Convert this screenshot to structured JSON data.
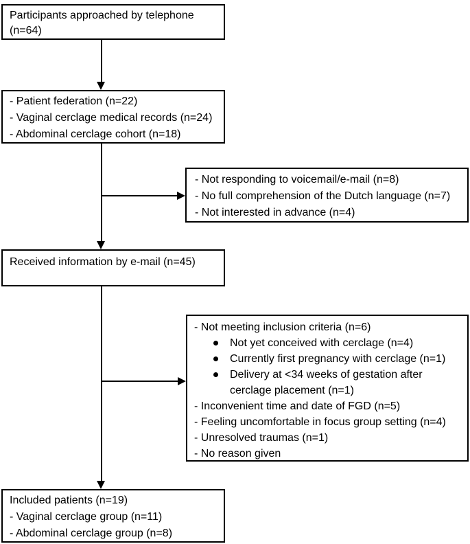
{
  "boxes": {
    "approached": {
      "lines": [
        "Participants approached by telephone",
        "(n=64)"
      ]
    },
    "recruitment_sources": {
      "lines": [
        "- Patient federation (n=22)",
        "- Vaginal cerclage medical records (n=24)",
        "- Abdominal cerclage cohort (n=18)"
      ]
    },
    "excluded_before_email": {
      "lines": [
        "- Not responding to voicemail/e-mail (n=8)",
        "- No full comprehension of the Dutch language (n=7)",
        "- Not interested in advance (n=4)"
      ]
    },
    "received_email": {
      "lines": [
        "Received information by e-mail (n=45)"
      ]
    },
    "excluded_after_email": {
      "line_not_meeting": "- Not meeting inclusion criteria (n=6)",
      "bullet_not_conceived": "Not yet conceived with cerclage (n=4)",
      "bullet_first_pregnancy": "Currently first pregnancy with cerclage (n=1)",
      "bullet_delivery_line1": "Delivery at <34 weeks of gestation after",
      "bullet_delivery_line2": "cerclage placement (n=1)",
      "line_inconvenient": "- Inconvenient time and date of FGD (n=5)",
      "line_uncomfortable": "- Feeling uncomfortable in focus group setting (n=4)",
      "line_traumas": "- Unresolved traumas (n=1)",
      "line_no_reason": "- No reason given"
    },
    "included": {
      "lines": [
        "Included patients (n=19)",
        "- Vaginal cerclage group (n=11)",
        "- Abdominal cerclage group (n=8)"
      ]
    }
  },
  "colors": {
    "border": "#000000",
    "text": "#000000",
    "background": "#ffffff"
  }
}
